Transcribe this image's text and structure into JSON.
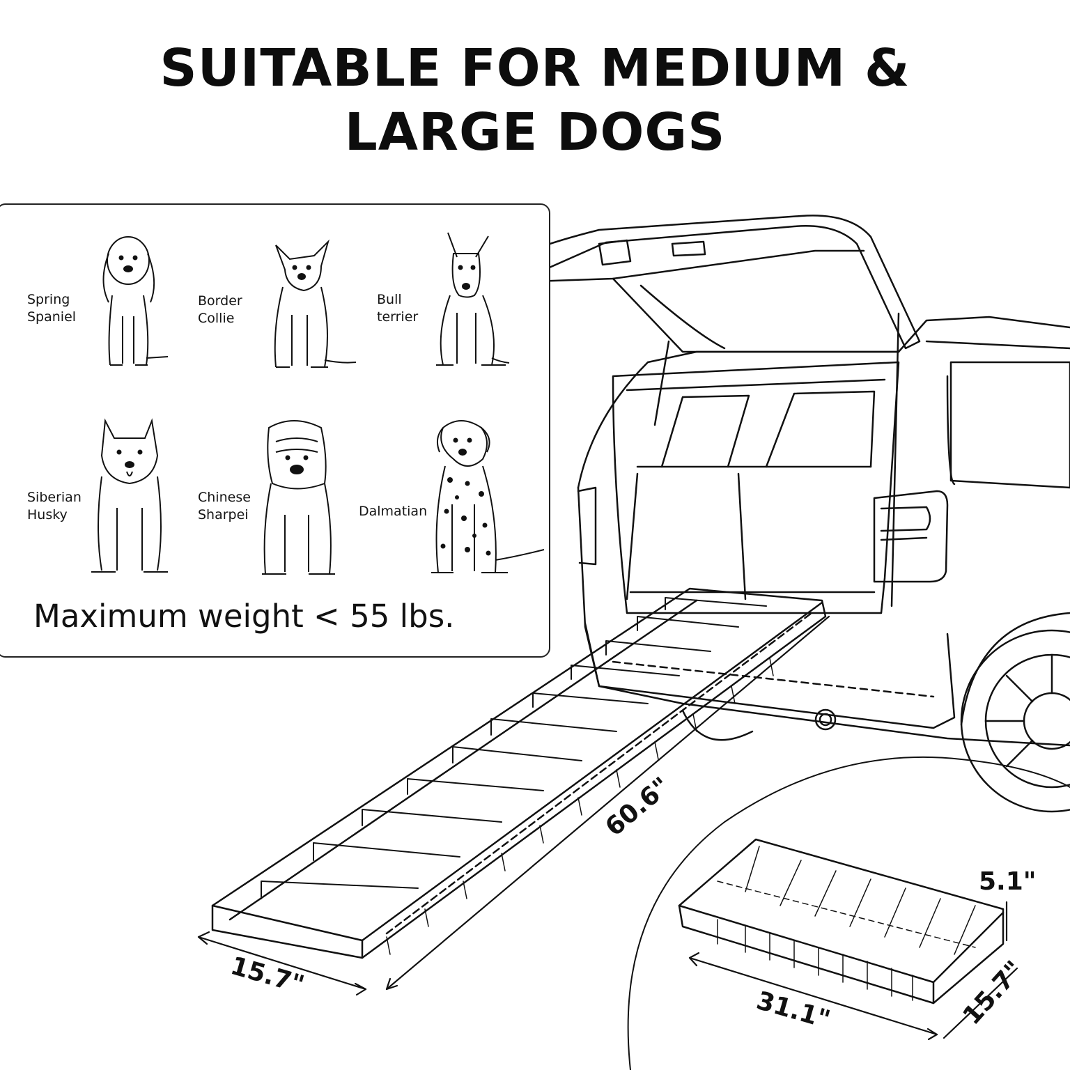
{
  "headline": {
    "line1": "SUITABLE FOR MEDIUM &",
    "line2": "LARGE DOGS"
  },
  "breeds": [
    {
      "line1": "Spring",
      "line2": "Spaniel"
    },
    {
      "line1": "Border",
      "line2": "Collie"
    },
    {
      "line1": "Bull",
      "line2": "terrier"
    },
    {
      "line1": "Siberian",
      "line2": "Husky"
    },
    {
      "line1": "Chinese",
      "line2": "Sharpei"
    },
    {
      "line1": "Dalmatian",
      "line2": ""
    }
  ],
  "weight_note": "Maximum weight < 55 lbs.",
  "ramp_dimensions": {
    "length": "60.6\"",
    "width": "15.7\""
  },
  "folded_dimensions": {
    "height": "5.1\"",
    "length": "31.1\"",
    "width": "15.7\""
  },
  "colors": {
    "ink": "#111111",
    "background": "#ffffff"
  }
}
